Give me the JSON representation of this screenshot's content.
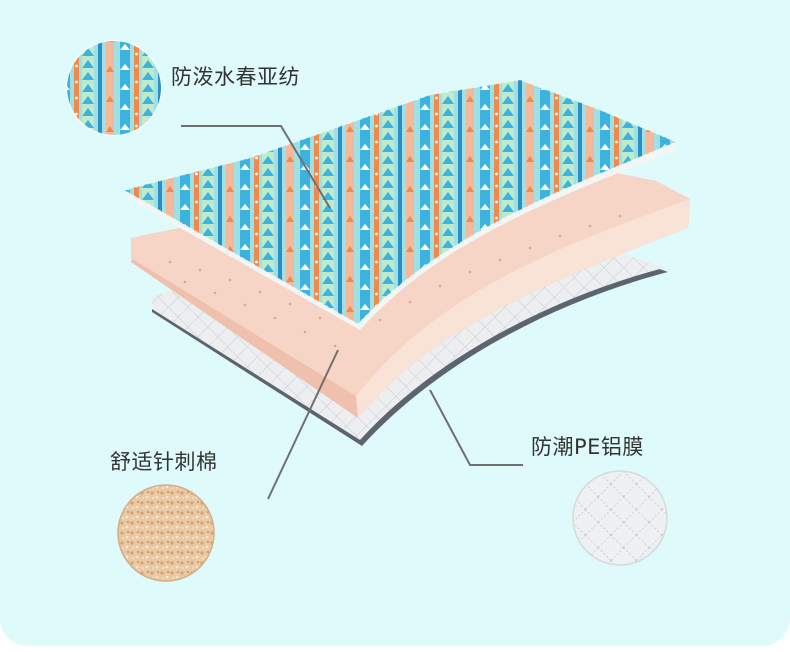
{
  "layers": {
    "top": {
      "label": "防泼水春亚纺"
    },
    "middle": {
      "label": "舒适针刺棉"
    },
    "bottom": {
      "label": "防潮PE铝膜"
    }
  },
  "colors": {
    "background": "#dffafa",
    "leader_line": "#707070",
    "foam": "#f5d2c2",
    "film": "#eceef0",
    "film_edge": "#5c6470",
    "print_cyan": "#3bb3de",
    "print_teal": "#8fd8d2",
    "print_orange": "#f08a4c",
    "print_green": "#bfeacc"
  },
  "icons": [
    "print-fabric-swatch",
    "cotton-swatch",
    "film-swatch"
  ]
}
